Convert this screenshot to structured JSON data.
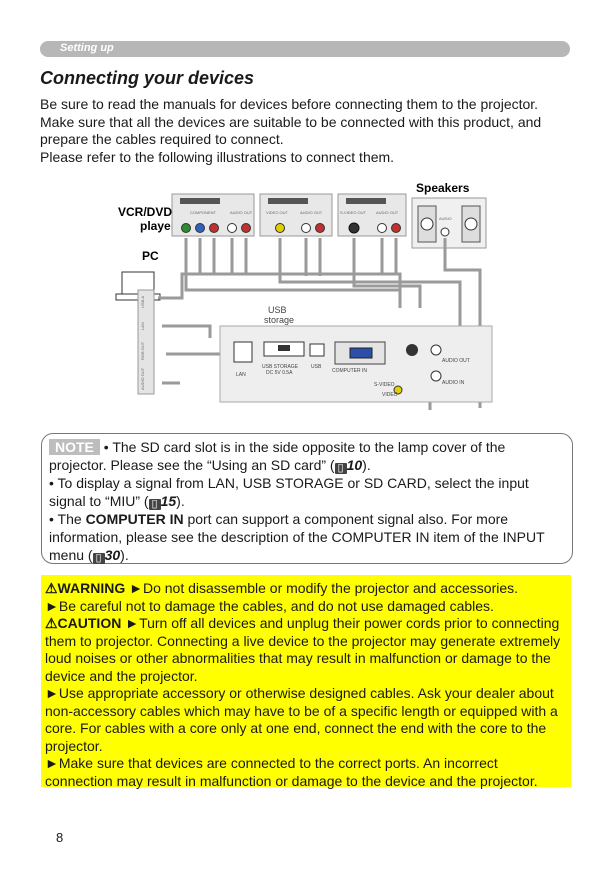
{
  "header": {
    "section": "Setting up"
  },
  "title": "Connecting your devices",
  "intro": [
    "Be sure to read the manuals for devices before connecting them to the projector. Make sure that all the devices are suitable to be connected with this product, and prepare the cables required to connect.",
    "Please refer to the following illustrations to connect them."
  ],
  "diagram": {
    "label_vcr": "VCR/DVD",
    "label_player": "player",
    "label_pc": "PC",
    "label_speakers": "Speakers",
    "label_usb": "USB",
    "label_storage": "storage",
    "port_component": "COMPONENT",
    "port_audio_out": "AUDIO OUT",
    "port_video_out": "VIDEO OUT",
    "port_svideo_out": "S-VIDEO OUT",
    "port_audio": "AUDIO",
    "port_lan": "LAN",
    "port_usb_storage": "USB STORAGE",
    "port_dc": "DC 5V 0.5A",
    "port_usb": "USB",
    "port_computer_in": "COMPUTER IN",
    "port_svideo": "S-VIDEO",
    "port_video": "VIDEO",
    "port_audio_in": "AUDIO IN",
    "pc_usb": "USB-A",
    "pc_lan": "LAN",
    "pc_rgb": "RGB OUT",
    "pc_audio": "AUDIO OUT"
  },
  "note": {
    "tag": "NOTE",
    "p1a": " • The SD card slot is in the side opposite to the lamp cover of the projector. Please see the “Using an SD card” (",
    "p1ref": "10",
    "p1b": ").",
    "p2a": "• To display a signal from LAN, USB STORAGE or SD CARD, select the input signal to “MIU” (",
    "p2ref": "15",
    "p2b": ").",
    "p3a": "• The ",
    "p3bold": "COMPUTER IN",
    "p3b": " port can support a component signal also. For more information, please see the description of the COMPUTER IN item of the INPUT menu (",
    "p3ref": "30",
    "p3c": ").",
    "book_icon": "📖"
  },
  "warning": {
    "warn_tag": "⚠WARNING",
    "w1": " ►Do not disassemble or modify the projector and accessories.",
    "w2": "►Be careful not to damage the cables, and do not use damaged cables.",
    "caution_tag": "⚠CAUTION",
    "c1": " ►Turn off all devices and unplug their power cords prior to connecting them to projector. Connecting a live device to the projector may generate extremely loud noises or other abnormalities that may result in malfunction or damage to the device and the projector.",
    "c2": "►Use appropriate accessory or otherwise designed cables. Ask your dealer about non-accessory cables which may have to be of a specific length or equipped with a core. For cables with a core only at one end, connect the end with the core to the projector.",
    "c3": "►Make sure that devices are connected to the correct ports. An incorrect connection may result in malfunction or damage to the device and the projector."
  },
  "page_number": "8"
}
